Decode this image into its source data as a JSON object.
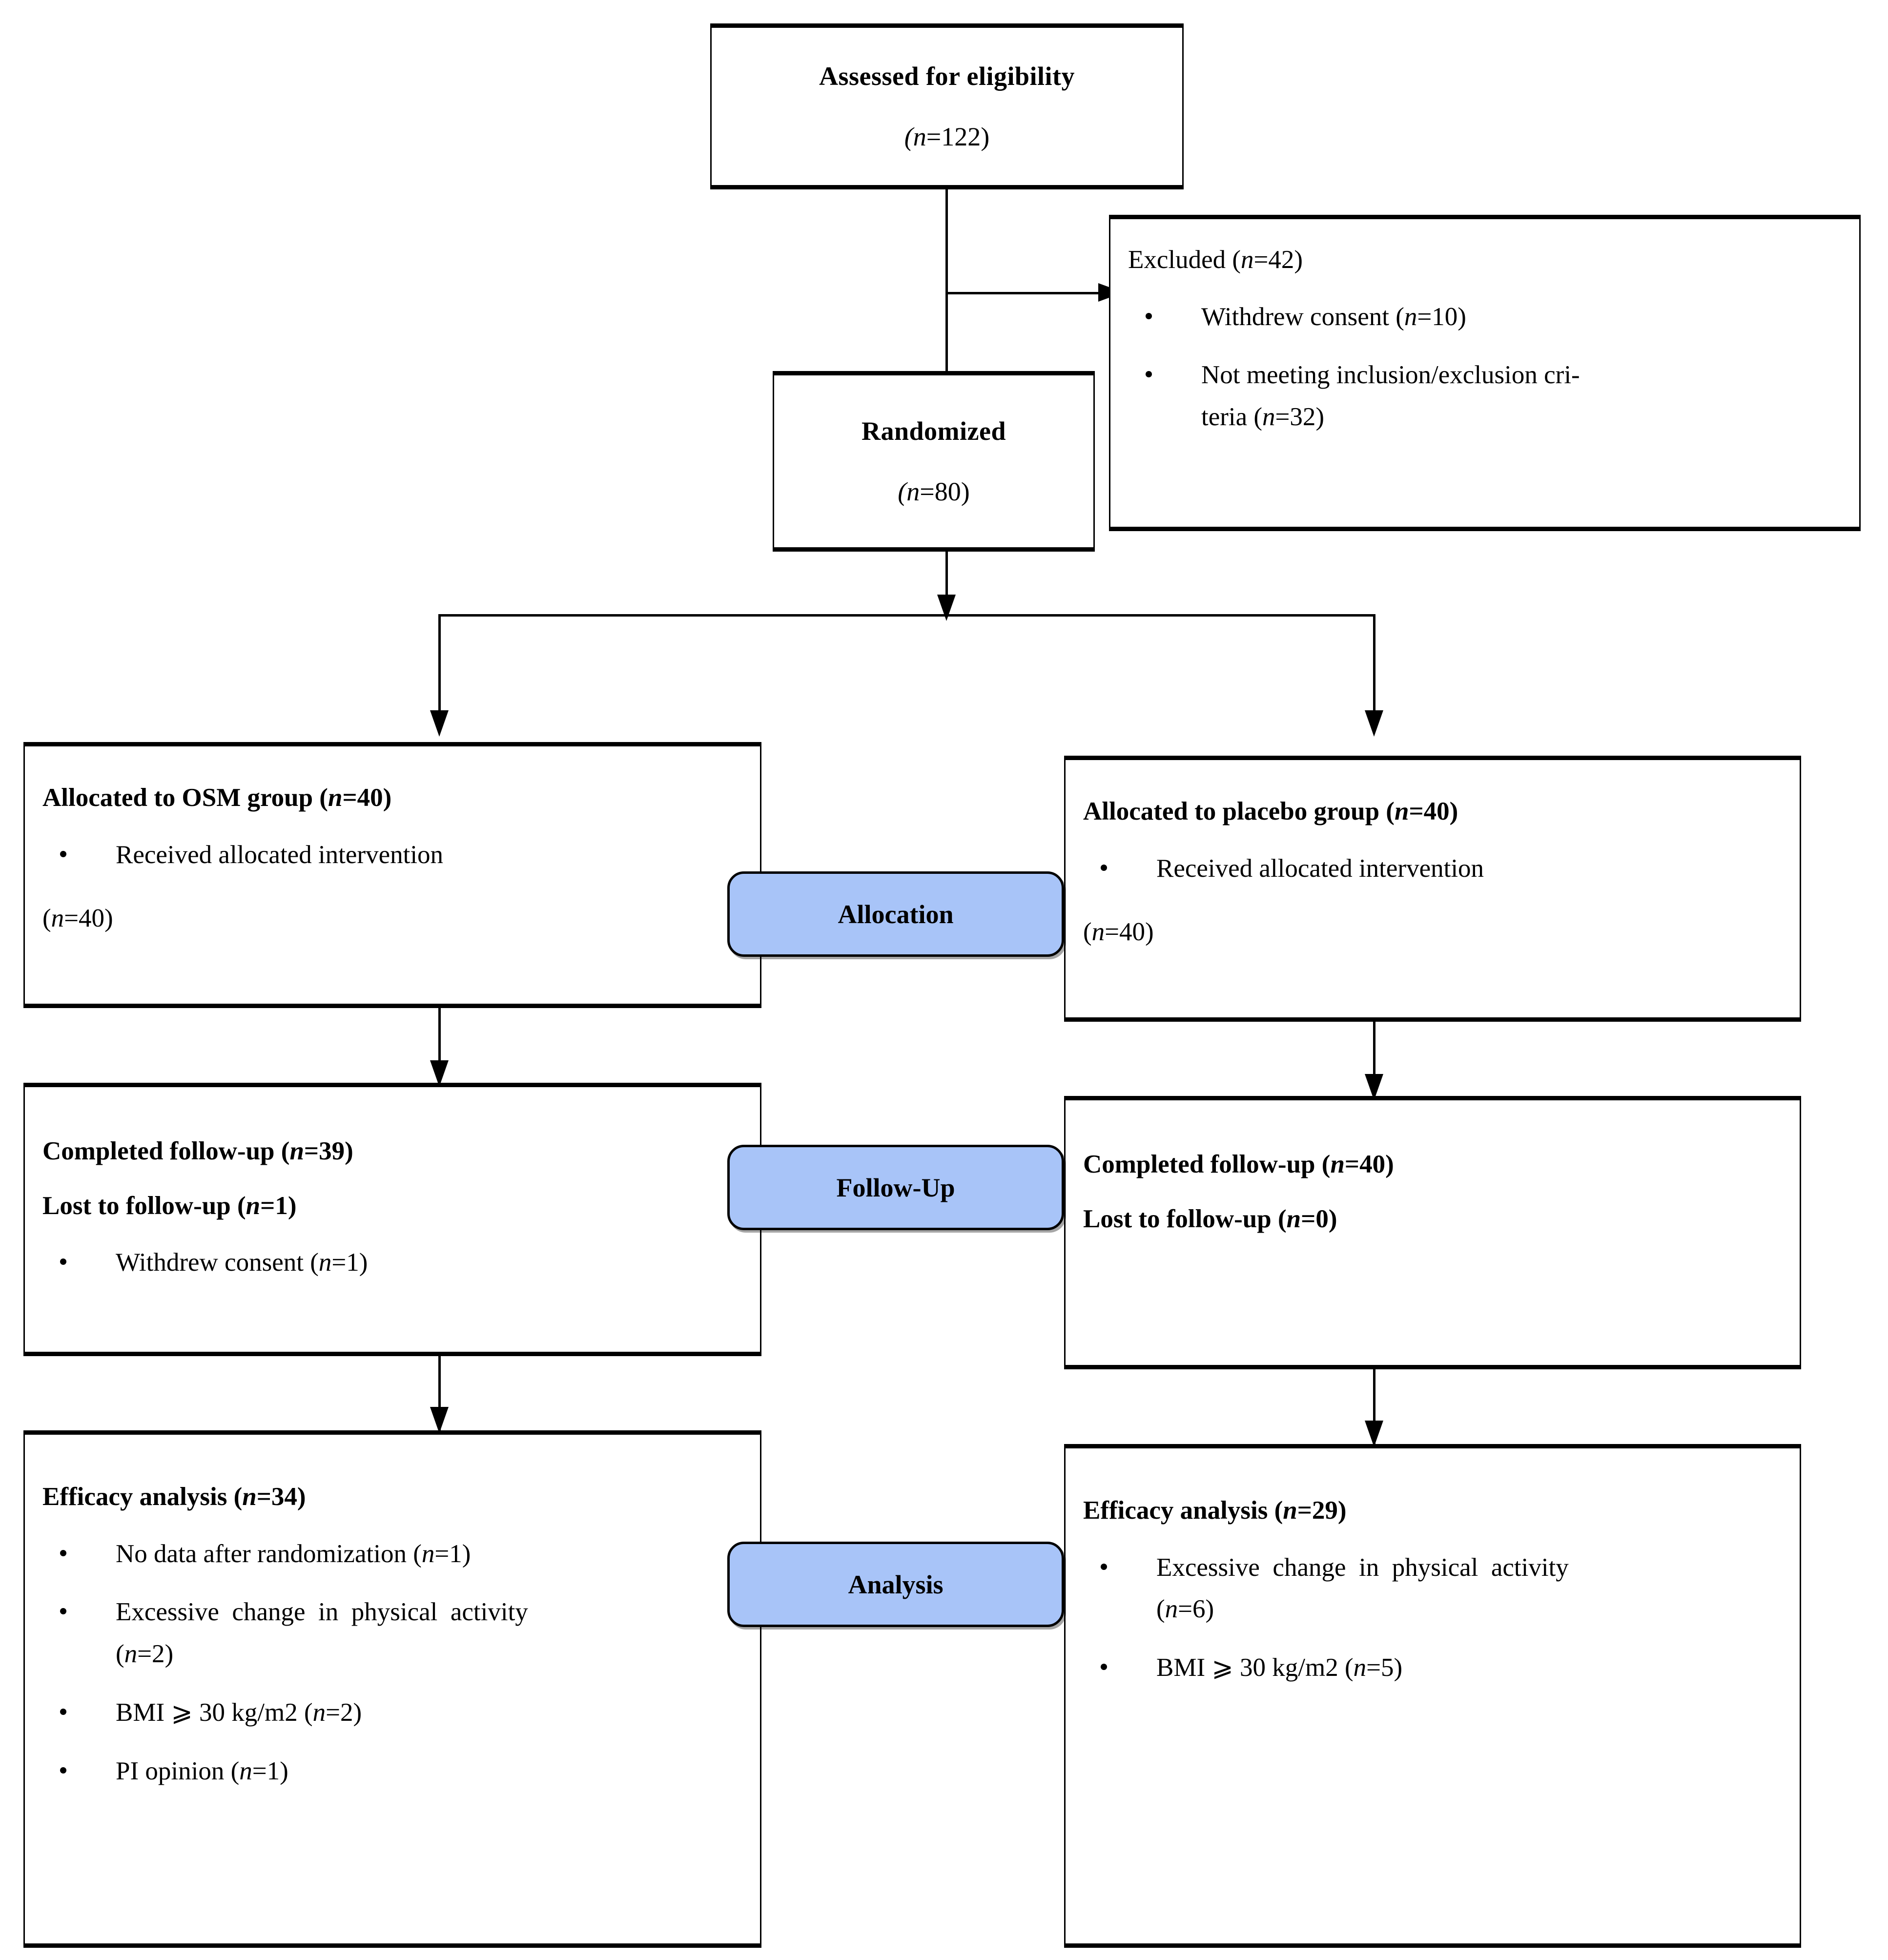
{
  "diagram": {
    "type": "consort-flow-diagram",
    "stages": [
      {
        "id": "allocation",
        "label": "Allocation"
      },
      {
        "id": "follow_up",
        "label": "Follow-Up"
      },
      {
        "id": "analysis",
        "label": "Analysis"
      }
    ],
    "enrollment": {
      "assessed": {
        "title": "Assessed for eligibility",
        "count": "(n=122)"
      },
      "randomized": {
        "title": "Randomized",
        "count": "(n=80)"
      },
      "excluded": {
        "heading": "Excluded (n=42)",
        "bullets": [
          "Withdrew consent (n=10)",
          "Not meeting inclusion/exclusion cri-teria (n=32)"
        ]
      }
    },
    "arms": {
      "left": {
        "allocation": {
          "heading": "Allocated to OSM group (n=40)",
          "bullets": [
            "Received allocated intervention"
          ],
          "bullet_counts": [
            "(n=40)"
          ]
        },
        "follow_up": {
          "line1": "Completed follow-up (n=39)",
          "line2": "Lost to follow-up (n=1)",
          "bullets": [
            "Withdrew consent (n=1)"
          ]
        },
        "analysis": {
          "heading": "Efficacy analysis (n=34)",
          "bullets": [
            "No data after randomization (n=1)",
            "Excessive change in physical activity",
            "(n=2)",
            "BMI ⩾ 30 kg/m2 (n=2)",
            "PI opinion (n=1)"
          ]
        }
      },
      "right": {
        "allocation": {
          "heading": "Allocated to placebo group (n=40)",
          "bullets": [
            "Received allocated intervention"
          ],
          "bullet_counts": [
            "(n=40)"
          ]
        },
        "follow_up": {
          "line1": "Completed follow-up (n=40)",
          "line2": "Lost to follow-up (n=0)",
          "bullets": []
        },
        "analysis": {
          "heading": "Efficacy analysis (n=29)",
          "bullets": [
            "Excessive change in physical activity",
            "(n=6)",
            "BMI ⩾ 30 kg/m2 (n=5)"
          ]
        }
      }
    },
    "colors": {
      "stage_fill": "#a8c4f8",
      "stroke": "#000000",
      "background": "#ffffff"
    }
  }
}
